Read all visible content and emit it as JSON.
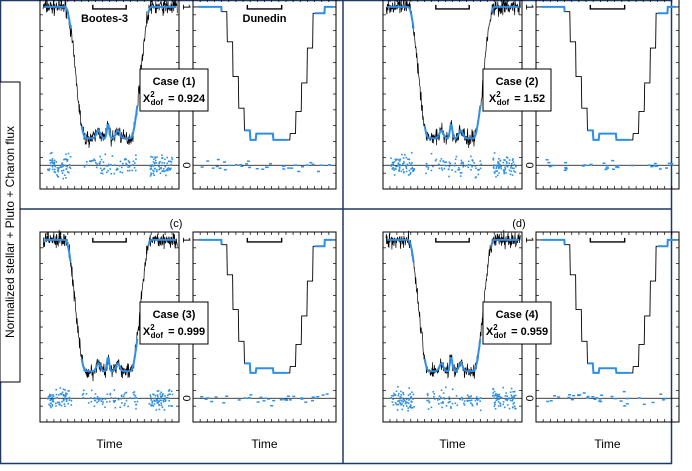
{
  "figure": {
    "ylabel": "Normalized stellar + Pluto + Charon flux",
    "xlabel": "Time",
    "colors": {
      "frame": "#1f3864",
      "data": "#000000",
      "model": "#2e8fe6",
      "residual": "#2e8fe6"
    },
    "tick_one": "1",
    "tick_zero": "0"
  },
  "chart_data": [
    {
      "type": "line",
      "panel_letter": "",
      "case_label": "Case (1)",
      "chi2_label": "X",
      "chi2_sup": "2",
      "chi2_sub": "dof",
      "chi2_value": "= 0.924",
      "station_left": "Bootes-3",
      "station_right": "Dunedin",
      "xlabel": "",
      "ylim": [
        -0.15,
        1.05
      ],
      "central_flash": true,
      "right_flash": 0.04
    },
    {
      "type": "line",
      "panel_letter": "",
      "case_label": "Case (2)",
      "chi2_label": "X",
      "chi2_sup": "2",
      "chi2_sub": "dof",
      "chi2_value": "= 1.52",
      "station_left": "",
      "station_right": "",
      "xlabel": "",
      "ylim": [
        -0.15,
        1.05
      ],
      "central_flash": true,
      "right_flash": 0.04
    },
    {
      "type": "line",
      "panel_letter": "(c)",
      "case_label": "Case (3)",
      "chi2_label": "X",
      "chi2_sup": "2",
      "chi2_sub": "dof",
      "chi2_value": "= 0.999",
      "station_left": "",
      "station_right": "",
      "xlabel": "Time",
      "ylim": [
        -0.15,
        1.05
      ],
      "central_flash": true,
      "right_flash": 0.03
    },
    {
      "type": "line",
      "panel_letter": "(d)",
      "case_label": "Case (4)",
      "chi2_label": "X",
      "chi2_sup": "2",
      "chi2_sub": "dof",
      "chi2_value": "= 0.959",
      "station_left": "",
      "station_right": "",
      "xlabel": "Time",
      "ylim": [
        -0.15,
        1.05
      ],
      "central_flash": true,
      "right_flash": 0.03
    }
  ]
}
